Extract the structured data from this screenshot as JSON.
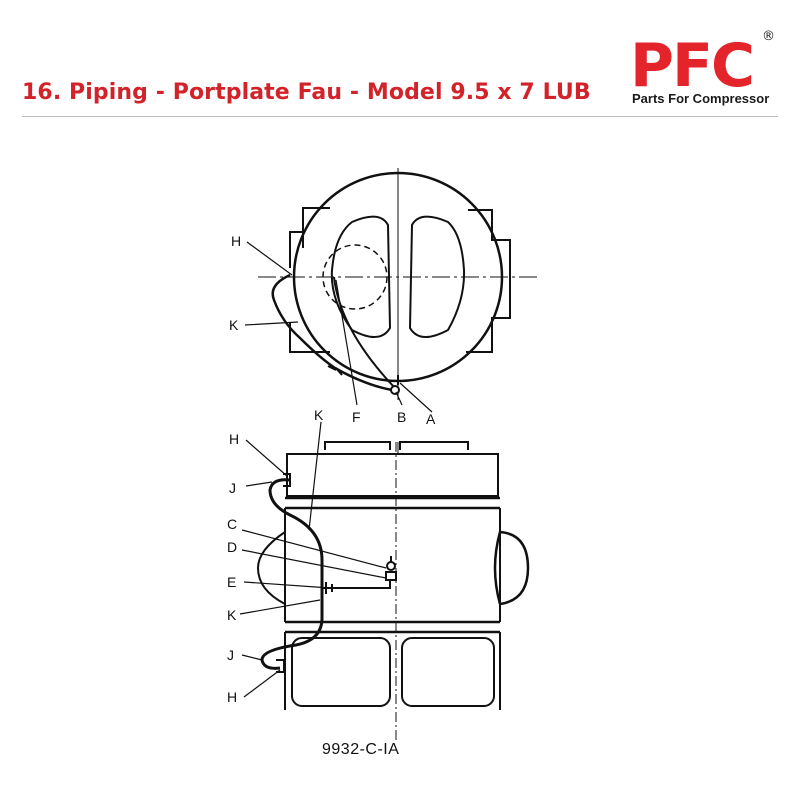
{
  "header": {
    "title": "16. Piping - Portplate Fau - Model 9.5 x 7 LUB",
    "title_color": "#d2232a"
  },
  "logo": {
    "mark": "PFC",
    "registered": "®",
    "tagline": "Parts For Compressor",
    "color": "#e3242b"
  },
  "diagram": {
    "top_view_labels": {
      "h": "H",
      "k": "K",
      "f": "F",
      "b": "B",
      "a": "A"
    },
    "side_view_labels": {
      "k_top": "K",
      "h_top": "H",
      "j_top": "J",
      "c": "C",
      "d": "D",
      "e": "E",
      "k_bottom": "K",
      "j_bottom": "J",
      "h_bottom": "H"
    },
    "drawing_number": "9932-C-IA"
  }
}
